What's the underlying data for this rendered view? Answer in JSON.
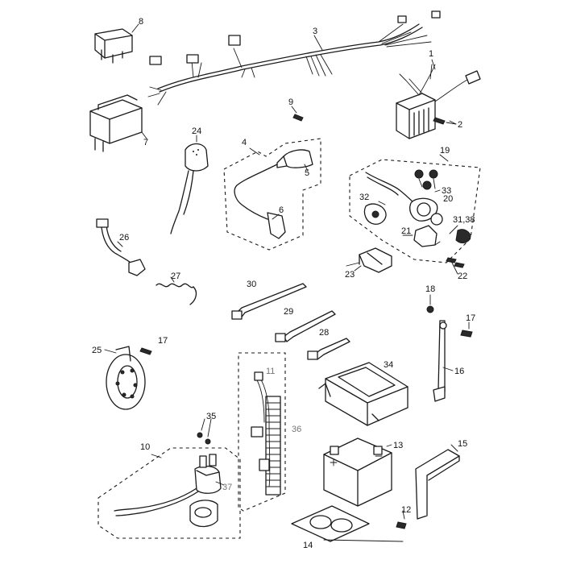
{
  "callouts": {
    "c1": "1",
    "c2": "2",
    "c3": "3",
    "c4": "4",
    "c5": "5",
    "c6": "6",
    "c7": "7",
    "c8": "8",
    "c9": "9",
    "c10": "10",
    "c11": "11",
    "c12": "12",
    "c13": "13",
    "c14": "14",
    "c15": "15",
    "c16": "16",
    "c17a": "17",
    "c17b": "17",
    "c18": "18",
    "c19": "19",
    "c20": "20",
    "c21": "21",
    "c22": "22",
    "c23": "23",
    "c24": "24",
    "c25": "25",
    "c26": "26",
    "c27": "27",
    "c28": "28",
    "c29": "29",
    "c30": "30",
    "c31": "31,38",
    "c32": "32",
    "c33": "33",
    "c34": "34",
    "c35": "35",
    "c36": "36",
    "c37": "37"
  }
}
